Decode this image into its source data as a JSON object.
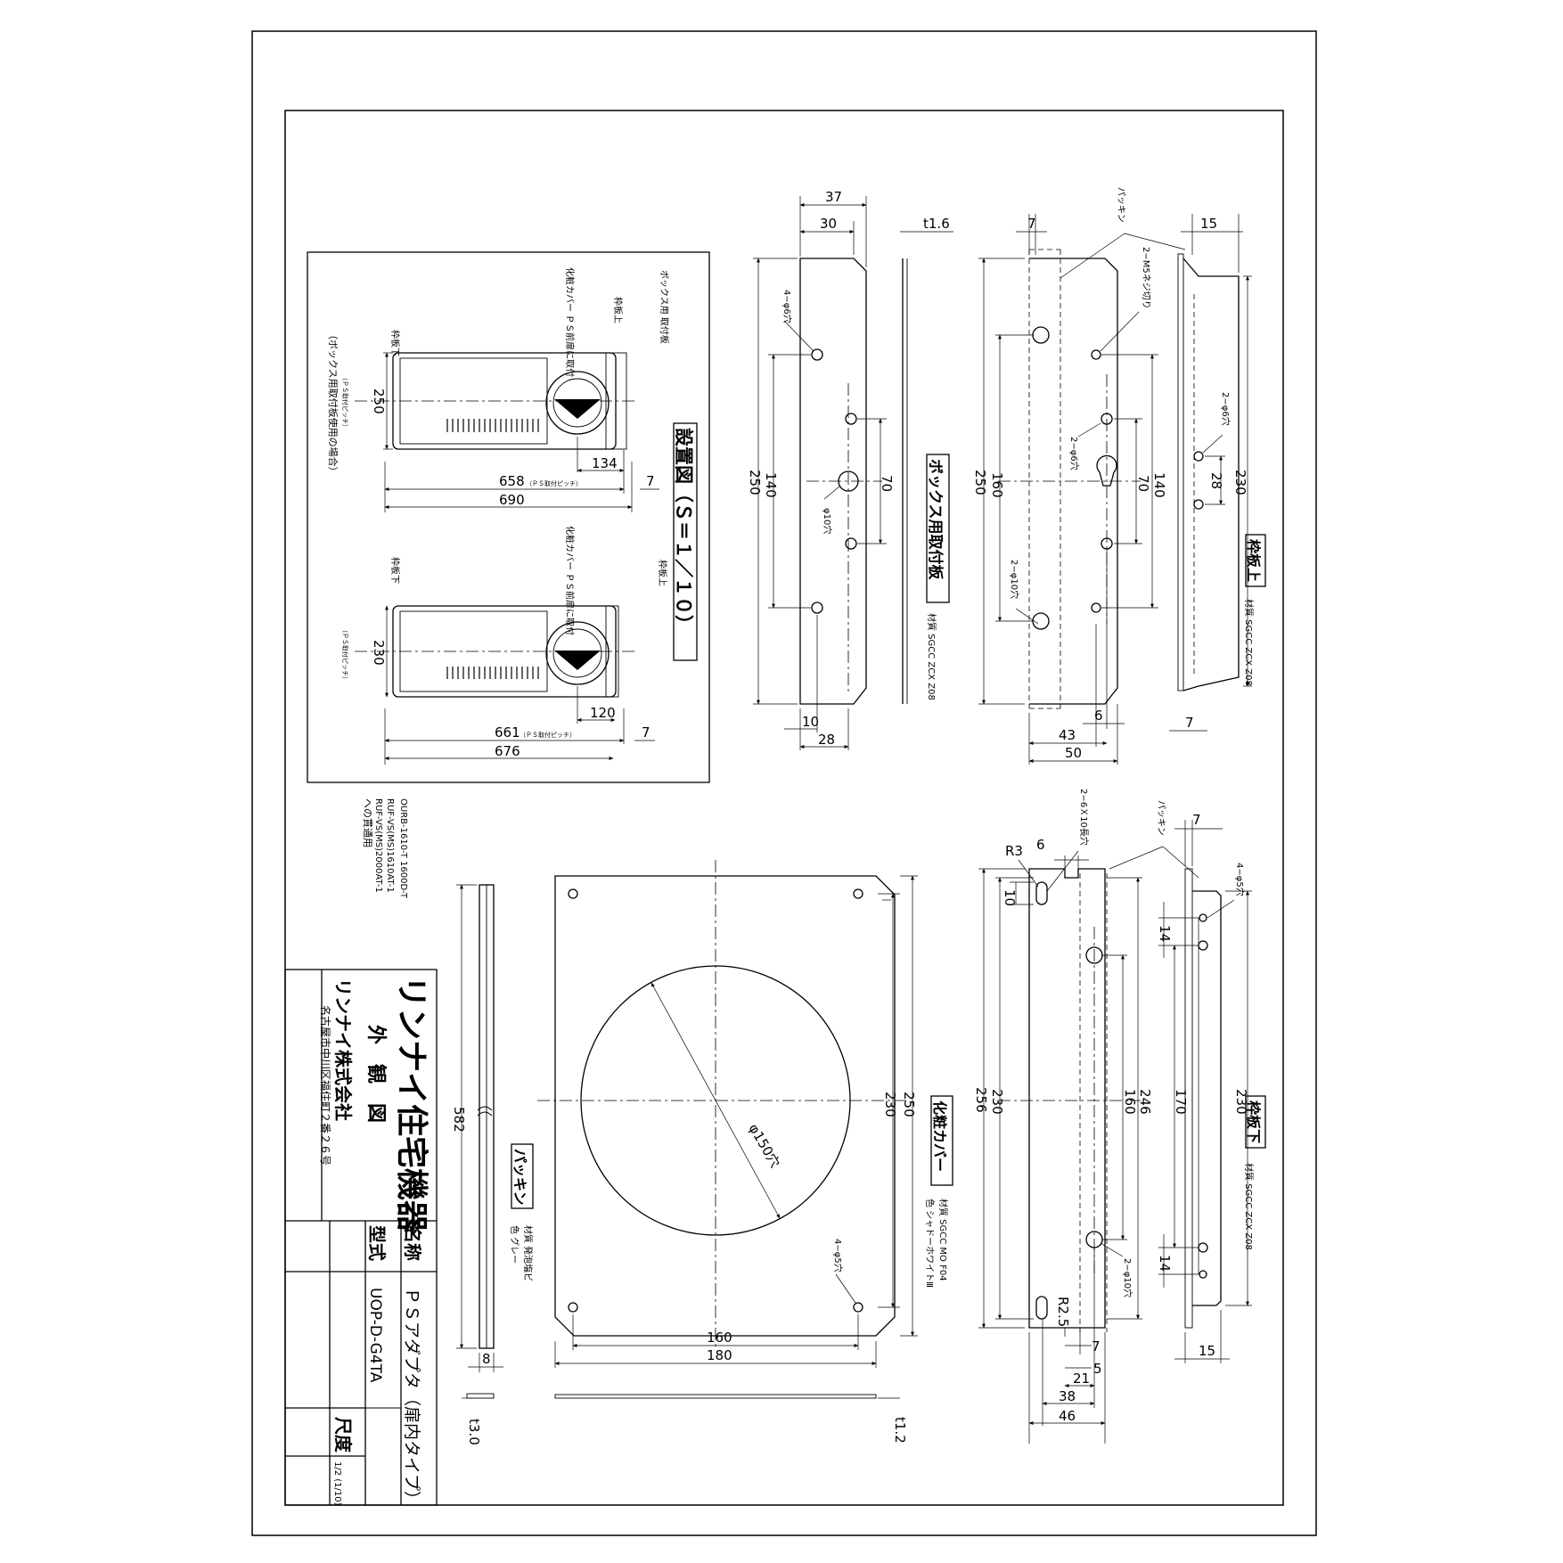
{
  "title_block": {
    "company_brand": "リンナイ住宅機器",
    "drawing_type": "外　観　図",
    "company_name": "リンナイ株式会社",
    "address": "名古屋市中川区福住町２番２６号",
    "name_label": "名称",
    "name_value": "ＰＳアダプタ（扉内タイプ）",
    "model_label": "型式",
    "model_value": "UOP-D-G4TA",
    "scale_label": "尺度",
    "scale_value": "1/2 (1/10)"
  },
  "notes": {
    "model_1": "OURB-1610-T 1600D-T",
    "model_2": "RUF-VS(MS)1610AT-1",
    "model_3": "RUF-VS(MS)2000AT-1",
    "model_4": "への貫通用"
  },
  "install": {
    "title": "設置図（Ｓ＝１／１０）",
    "case_note": "（ボックス用取付板使用の場合）",
    "cover_label": "化粧カバー ＰＳ前扉に取付",
    "plate_label": "ボックス用 取付板",
    "frame_upper": "枠板上",
    "frame_lower": "枠板下",
    "pitch_note": "（ＰＳ取付ピッチ）",
    "a": {
      "h": "250",
      "offset": "134",
      "pitch": "658",
      "gap": "7",
      "total": "690"
    },
    "b": {
      "h": "230",
      "offset": "120",
      "pitch": "661",
      "gap": "7",
      "total": "676"
    }
  },
  "plate": {
    "title": "ボックス用取付板",
    "material": "材質 SGCC ZCX Z08",
    "holes4": "4−φ6穴",
    "hole10": "φ10穴",
    "w_outer": "37",
    "w_inner": "30",
    "t": "t1.6",
    "h": "250",
    "pitch_a": "140",
    "pitch_b": "70",
    "bot_a": "10",
    "bot_b": "28"
  },
  "frame_upper": {
    "title": "枠板上",
    "material": "材質 SGCC ZCX Z08",
    "packing": "パッキン",
    "screw": "2−M5ネジ切り",
    "holes6": "2−φ6穴",
    "holes10": "2−φ10穴",
    "holes6b": "2−φ6穴",
    "top_a": "7",
    "top_b": "15",
    "h": "250",
    "h2": "160",
    "p1": "70",
    "p2": "140",
    "w1": "6",
    "w2": "43",
    "w3": "50",
    "side_h": "230",
    "side_p": "28",
    "side_w": "7"
  },
  "cover": {
    "title": "化粧カバー",
    "material": "材質 SGCC MO F04",
    "color": "色 シャドーホワイトⅢ",
    "holes": "4−φ5穴",
    "circle": "φ150穴",
    "h1": "230",
    "h2": "250",
    "w1": "160",
    "w2": "180",
    "t": "t1.2"
  },
  "packing": {
    "title": "パッキン",
    "material": "材質 発泡塩ビ",
    "color": "色 グレー",
    "len": "582",
    "w": "8",
    "t": "t3.0"
  },
  "frame_lower": {
    "title": "枠板下",
    "material": "材質 SGCC ZCX Z08",
    "packing": "パッキン",
    "slots": "2−6Ｘ10長穴",
    "holes10": "2−φ10穴",
    "holes5": "4−φ5穴",
    "r3": "R3",
    "r25": "R2.5",
    "a6": "6",
    "a10": "10",
    "a7": "7",
    "h256": "256",
    "h230": "230",
    "h246": "246",
    "h160": "160",
    "h170": "170",
    "side_h": "230",
    "s14a": "14",
    "s14b": "14",
    "w15": "15",
    "b7": "7",
    "b5": "5",
    "b21": "21",
    "b38": "38",
    "b46": "46"
  }
}
